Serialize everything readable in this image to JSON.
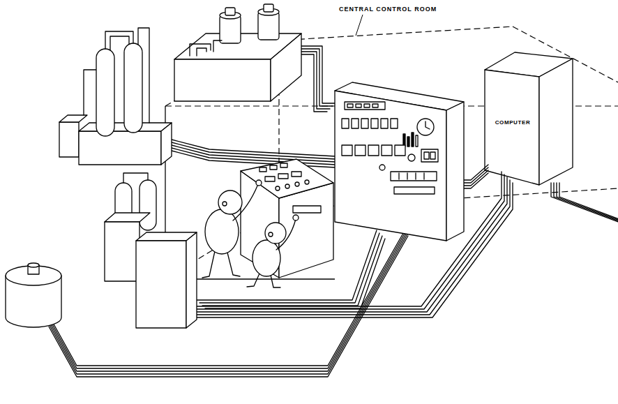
{
  "diagram": {
    "nodes": [
      {
        "text": [
          "CENTRAL CONTROL ROOM"
        ]
      },
      {
        "text": [
          "COMPUTER"
        ],
        "in": 0
      }
    ]
  }
}
